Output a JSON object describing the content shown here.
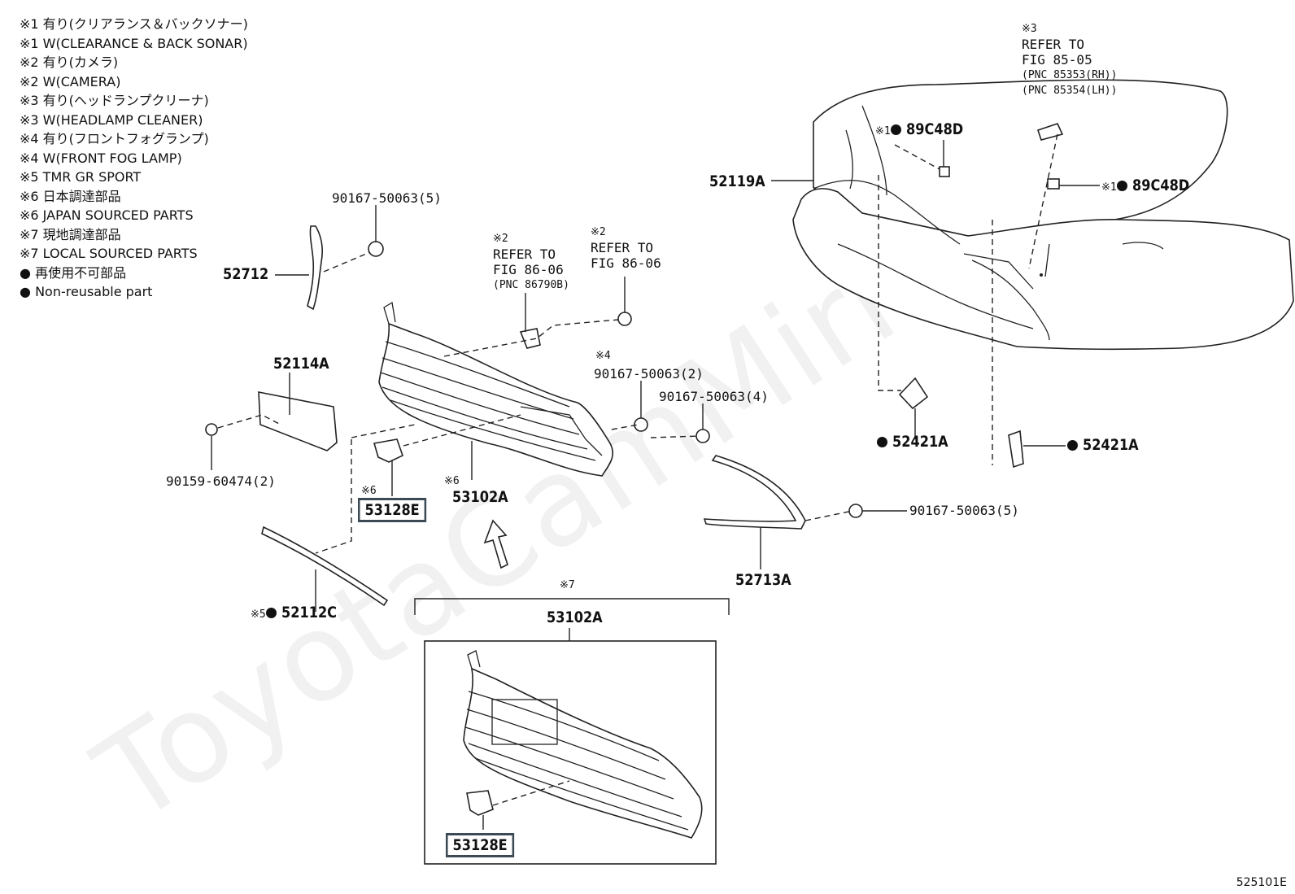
{
  "legend": [
    {
      "mark": "※1",
      "text": " 有り(クリアランス＆バックソナー)"
    },
    {
      "mark": "※1",
      "text": " W(CLEARANCE & BACK SONAR)"
    },
    {
      "mark": "※2",
      "text": " 有り(カメラ)"
    },
    {
      "mark": "※2",
      "text": " W(CAMERA)"
    },
    {
      "mark": "※3",
      "text": " 有り(ヘッドランプクリーナ)"
    },
    {
      "mark": "※3",
      "text": " W(HEADLAMP CLEANER)"
    },
    {
      "mark": "※4",
      "text": " 有り(フロントフォグランプ)"
    },
    {
      "mark": "※4",
      "text": " W(FRONT FOG LAMP)"
    },
    {
      "mark": "※5",
      "text": " TMR GR SPORT"
    },
    {
      "mark": "※6",
      "text": " 日本調達部品"
    },
    {
      "mark": "※6",
      "text": " JAPAN SOURCED PARTS"
    },
    {
      "mark": "※7",
      "text": " 現地調達部品"
    },
    {
      "mark": "※7",
      "text": " LOCAL SOURCED PARTS"
    },
    {
      "mark": "●",
      "text": "再使用不可部品"
    },
    {
      "mark": "●",
      "text": "Non-reusable part"
    }
  ],
  "labels": {
    "p90167_5_top": "90167-50063(5)",
    "p52712": "52712",
    "p52114A": "52114A",
    "p90159": "90159-60474(2)",
    "ref2a_mark": "※2",
    "ref2a_l1": "REFER TO",
    "ref2a_l2": "FIG 86-06",
    "ref2a_pnc": "(PNC 86790B)",
    "ref2b_mark": "※2",
    "ref2b_l1": "REFER TO",
    "ref2b_l2": "FIG 86-06",
    "p90167_2_mark": "※4",
    "p90167_2": "90167-50063(2)",
    "p90167_4": "90167-50063(4)",
    "p53128E_mark": "※6",
    "p53128E": "53128E",
    "p53102A_mark": "※6",
    "p53102A": "53102A",
    "p52112C_mark": "※5",
    "p52112C": "52112C",
    "group7_mark": "※7",
    "p53102A_b": "53102A",
    "p53128E_b": "53128E",
    "ref3_mark": "※3",
    "ref3_l1": "REFER TO",
    "ref3_l2": "FIG 85-05",
    "ref3_pnc1": "(PNC 85353(RH))",
    "ref3_pnc2": "(PNC 85354(LH))",
    "p89C48D_a_mark": "※1",
    "p89C48D_a": "89C48D",
    "p89C48D_b_mark": "※1",
    "p89C48D_b": "89C48D",
    "p52119A": "52119A",
    "p52421A_a": "52421A",
    "p52421A_b": "52421A",
    "p52713A": "52713A",
    "p90167_5_right": "90167-50063(5)"
  },
  "watermark": "ToyotaCamMirr.ru",
  "diagram_code": "525101E"
}
